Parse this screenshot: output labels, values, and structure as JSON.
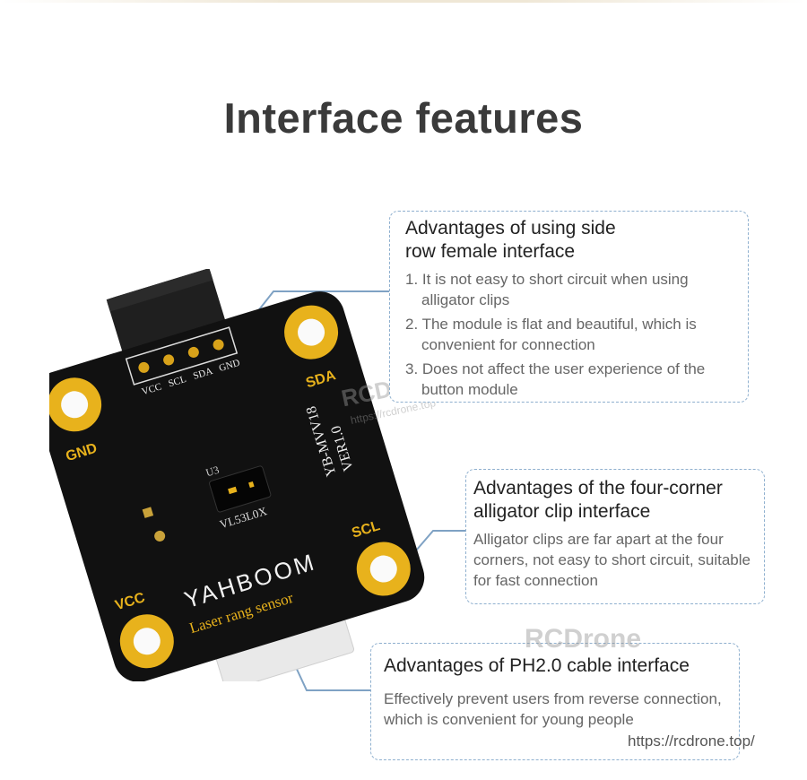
{
  "page": {
    "title": "Interface features"
  },
  "board": {
    "pin_labels": [
      "VCC",
      "SCL",
      "SDA",
      "GND"
    ],
    "corner_labels": {
      "top_left": "GND",
      "top_right": "SDA",
      "bottom_left": "VCC",
      "bottom_right": "SCL"
    },
    "model": "YB-MVV18",
    "version": "VER1.0",
    "chip_ref": "U3",
    "chip_name": "VL53L0X",
    "brand": "YAHBOOM",
    "product": "Laser rang sensor"
  },
  "callouts": [
    {
      "title_line1": "Advantages of using side",
      "title_line2": "row female interface",
      "items": [
        "1. It is not easy to short circuit when using alligator clips",
        "2. The module is flat and beautiful, which is convenient for connection",
        "3. Does not affect the user experience of the button module"
      ]
    },
    {
      "title_line1": "Advantages of the four-corner",
      "title_line2": "alligator clip interface",
      "body": "Alligator clips are far apart at the four corners, not easy to short circuit, suitable for fast connection"
    },
    {
      "title": "Advantages of PH2.0 cable interface",
      "body": "Effectively prevent users from reverse connection, which is convenient for young people"
    }
  ],
  "watermarks": {
    "brand": "RCDrone",
    "small_url": "https://rcdrone.top",
    "url": "https://rcdrone.top/"
  },
  "colors": {
    "board": "#111111",
    "pad_gold": "#e8b21c",
    "callout_border": "#8fb0cf",
    "leader_line": "#7fa2c4"
  }
}
